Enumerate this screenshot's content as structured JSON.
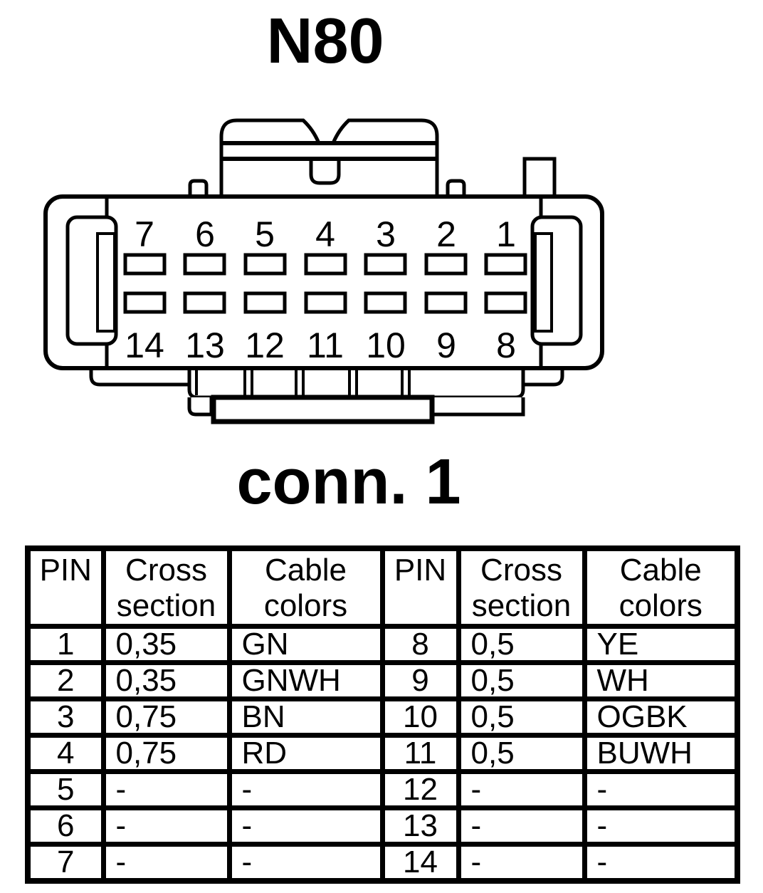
{
  "page": {
    "background": "#ffffff",
    "ink": "#000000"
  },
  "title": "N80",
  "connector": {
    "caption": "conn. 1",
    "pins_top": [
      "7",
      "6",
      "5",
      "4",
      "3",
      "2",
      "1"
    ],
    "pins_bottom": [
      "14",
      "13",
      "12",
      "11",
      "10",
      "9",
      "8"
    ]
  },
  "pin_table": {
    "headers": [
      "PIN",
      "Cross section",
      "Cable colors",
      "PIN",
      "Cross section",
      "Cable colors"
    ],
    "rows": [
      {
        "cells": [
          "1",
          "0,35",
          "GN",
          "8",
          "0,5",
          "YE"
        ]
      },
      {
        "cells": [
          "2",
          "0,35",
          "GNWH",
          "9",
          "0,5",
          "WH"
        ]
      },
      {
        "cells": [
          "3",
          "0,75",
          "BN",
          "10",
          "0,5",
          "OGBK"
        ]
      },
      {
        "cells": [
          "4",
          "0,75",
          "RD",
          "11",
          "0,5",
          "BUWH"
        ]
      },
      {
        "cells": [
          "5",
          "-",
          "-",
          "12",
          "-",
          "-"
        ]
      },
      {
        "cells": [
          "6",
          "-",
          "-",
          "13",
          "-",
          "-"
        ]
      },
      {
        "cells": [
          "7",
          "-",
          "-",
          "14",
          "-",
          "-"
        ]
      }
    ]
  }
}
